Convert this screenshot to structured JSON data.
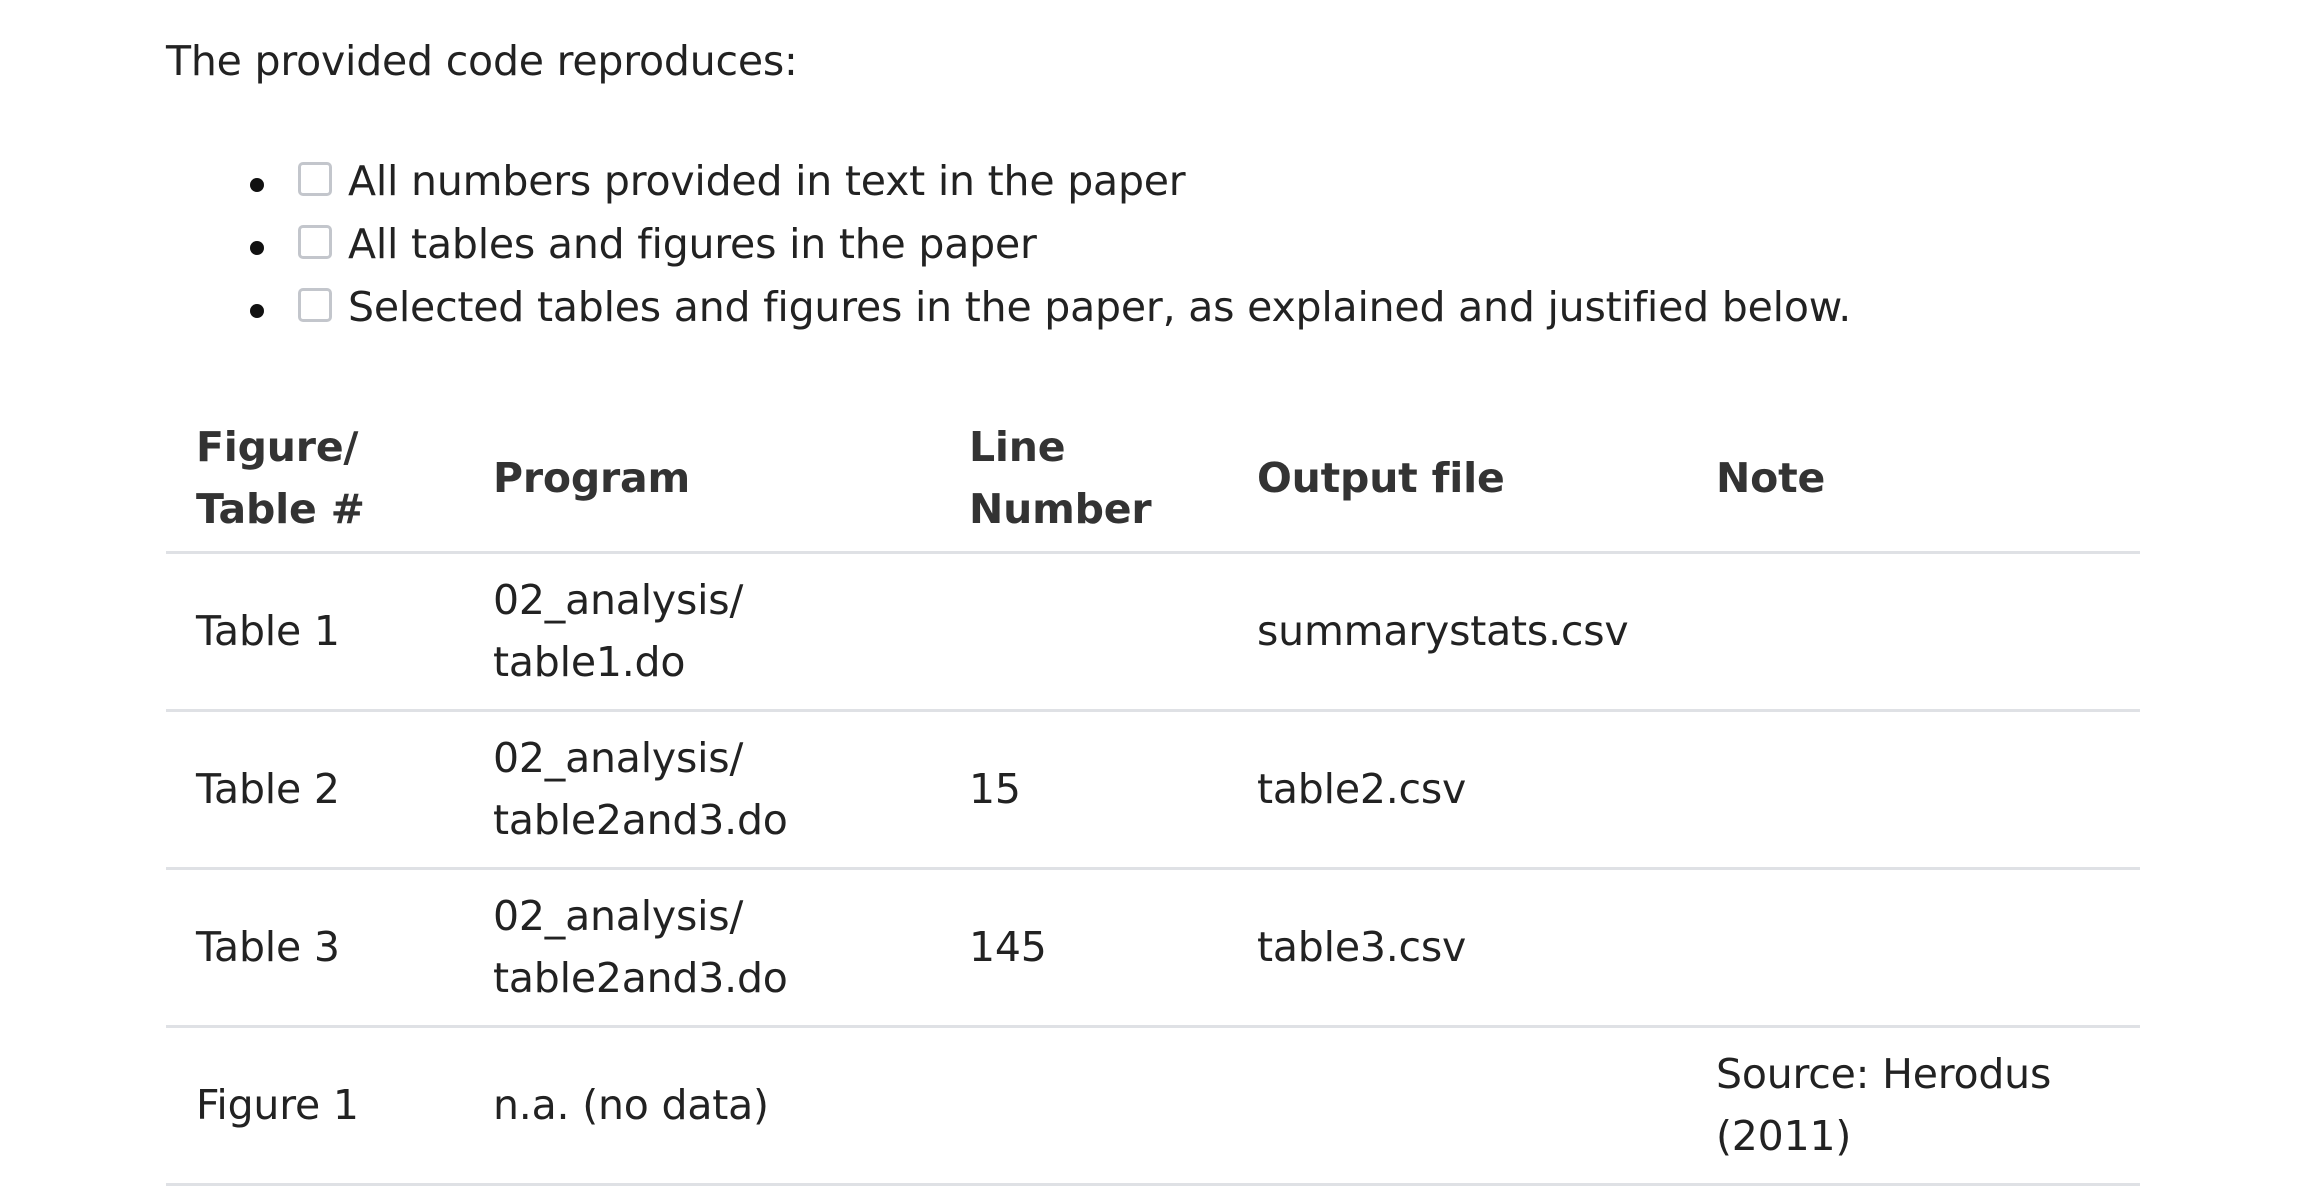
{
  "intro": "The provided code reproduces:",
  "checklist": [
    {
      "label": "All numbers provided in text in the paper",
      "checked": false
    },
    {
      "label": "All tables and figures in the paper",
      "checked": false
    },
    {
      "label": "Selected tables and figures in the paper, as explained and justified below.",
      "checked": false
    }
  ],
  "table": {
    "headers": {
      "figure_line1": "Figure/",
      "figure_line2": "Table #",
      "program": "Program",
      "line_line1": "Line",
      "line_line2": "Number",
      "output": "Output file",
      "note": "Note"
    },
    "rows": [
      {
        "figure": "Table 1",
        "program_line1": "02_analysis/",
        "program_line2": "table1.do",
        "line": "",
        "output": "summarystats.csv",
        "note_line1": "",
        "note_line2": ""
      },
      {
        "figure": "Table 2",
        "program_line1": "02_analysis/",
        "program_line2": "table2and3.do",
        "line": "15",
        "output": "table2.csv",
        "note_line1": "",
        "note_line2": ""
      },
      {
        "figure": "Table 3",
        "program_line1": "02_analysis/",
        "program_line2": "table2and3.do",
        "line": "145",
        "output": "table3.csv",
        "note_line1": "",
        "note_line2": ""
      },
      {
        "figure": "Figure 1",
        "program_line1": "n.a. (no data)",
        "program_line2": "",
        "line": "",
        "output": "",
        "note_line1": "Source: Herodus",
        "note_line2": "(2011)"
      }
    ]
  }
}
